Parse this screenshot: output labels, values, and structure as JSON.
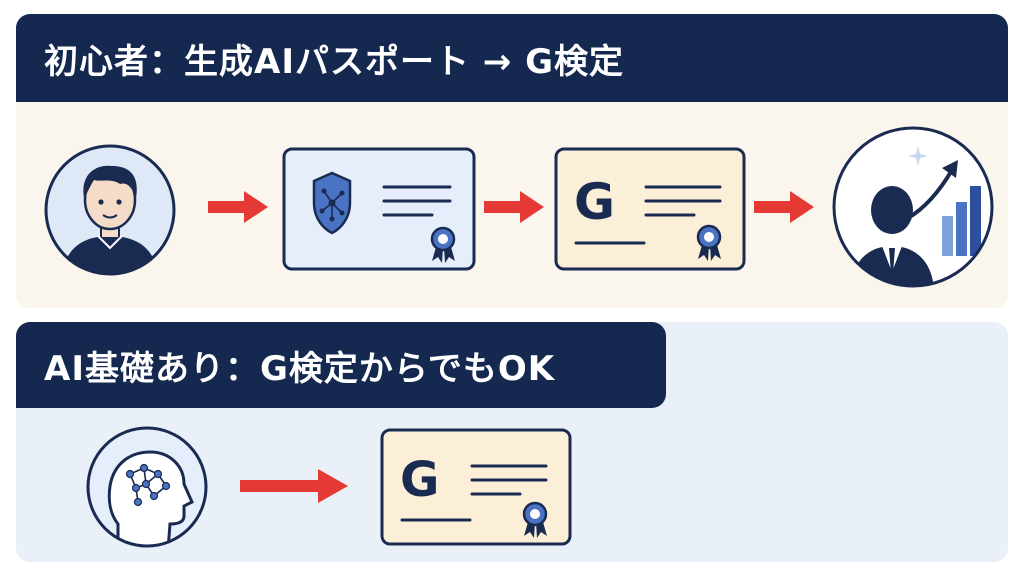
{
  "sections": [
    {
      "heading": "初心者：生成AIパスポート → G検定",
      "steps": [
        {
          "icon": "beginner-person-icon"
        },
        {
          "icon": "ai-passport-certificate-icon"
        },
        {
          "icon": "g-kentei-certificate-icon",
          "badge_letter": "G"
        },
        {
          "icon": "business-person-growth-icon"
        }
      ]
    },
    {
      "heading": "AI基礎あり：G検定からでもOK",
      "steps": [
        {
          "icon": "ai-head-icon"
        },
        {
          "icon": "g-kentei-certificate-icon",
          "badge_letter": "G"
        }
      ]
    }
  ],
  "colors": {
    "header_bg": "#142850",
    "header_text": "#ffffff",
    "top_panel_bg": "#faf6ee",
    "bottom_panel_bg": "#e9f0f8",
    "arrow": "#e53935",
    "navy": "#1a2b52",
    "accent_blue": "#4a73c4",
    "passport_card_bg": "#e6eefb",
    "g_card_bg": "#fcefd8"
  }
}
